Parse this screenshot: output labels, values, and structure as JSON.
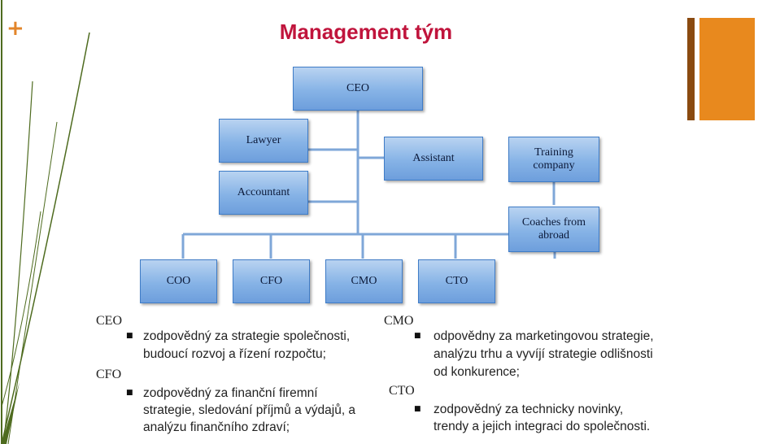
{
  "slide": {
    "plus_glyph": "+",
    "title": "Management tým"
  },
  "org_chart": {
    "nodes": {
      "ceo": "CEO",
      "lawyer": "Lawyer",
      "accountant": "Accountant",
      "assistant": "Assistant",
      "training": "Training\ncompany",
      "coaches": "Coaches from\nabroad",
      "coo": "COO",
      "cfo": "CFO",
      "cmo": "CMO",
      "cto": "CTO"
    }
  },
  "left_column": {
    "ceo_label": "CEO",
    "ceo_text_1": "zodpovědný za strategie společnosti,",
    "ceo_text_2": "budoucí rozvoj a řízení rozpočtu;",
    "cfo_label": "CFO",
    "cfo_text_1": "zodpovědný za finanční firemní",
    "cfo_text_2": "strategie, sledování příjmů a výdajů, a",
    "cfo_text_3": "analýzu finančního zdraví;"
  },
  "right_column": {
    "cmo_label": "CMO",
    "cmo_text_1": "odpovědny za marketingovou strategie,",
    "cmo_text_2": "analýzu trhu a vyvíjí strategie odlišnosti",
    "cmo_text_3": "od konkurence;",
    "cto_label": "CTO",
    "cto_text_1": "zodpovědný za technicky novinky,",
    "cto_text_2": "trendy a jejich integraci do společnosti."
  },
  "colors": {
    "title": "#c0143c",
    "accent_orange": "#e8891e",
    "accent_dark": "#8a4a10",
    "deco_green": "#4e6b1f",
    "node_fill": "#86b3e6",
    "connector": "#7fa7d8"
  }
}
